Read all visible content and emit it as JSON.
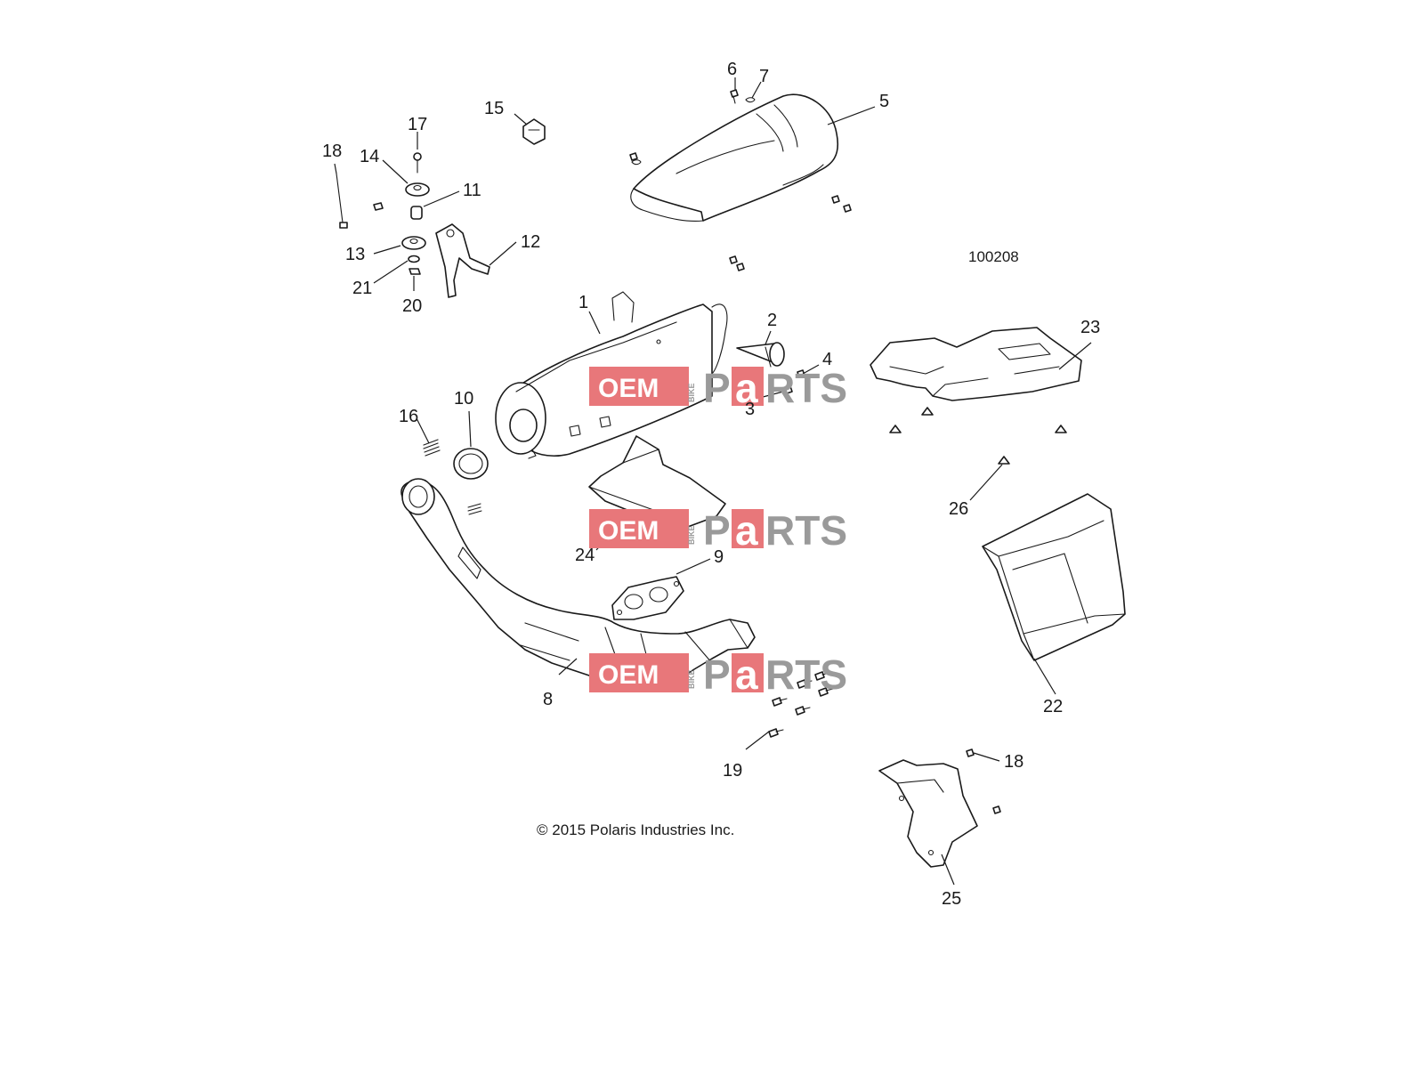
{
  "diagram": {
    "figure_number": "100208",
    "copyright": "© 2015 Polaris Industries Inc.",
    "callouts": {
      "c1": "1",
      "c2": "2",
      "c3": "3",
      "c4": "4",
      "c5": "5",
      "c6": "6",
      "c7": "7",
      "c8": "8",
      "c9": "9",
      "c10": "10",
      "c11": "11",
      "c12": "12",
      "c13": "13",
      "c14": "14",
      "c15": "15",
      "c16": "16",
      "c17": "17",
      "c18a": "18",
      "c18b": "18",
      "c19": "19",
      "c20": "20",
      "c21": "21",
      "c22": "22",
      "c23": "23",
      "c24": "24",
      "c25": "25",
      "c26": "26"
    }
  },
  "watermark": {
    "oem": "OEM",
    "bike": "BIKE",
    "p": "P",
    "a": "a",
    "rts": "RTS",
    "accent_color": "#e8777a",
    "gray_color": "#9a9a9a"
  }
}
